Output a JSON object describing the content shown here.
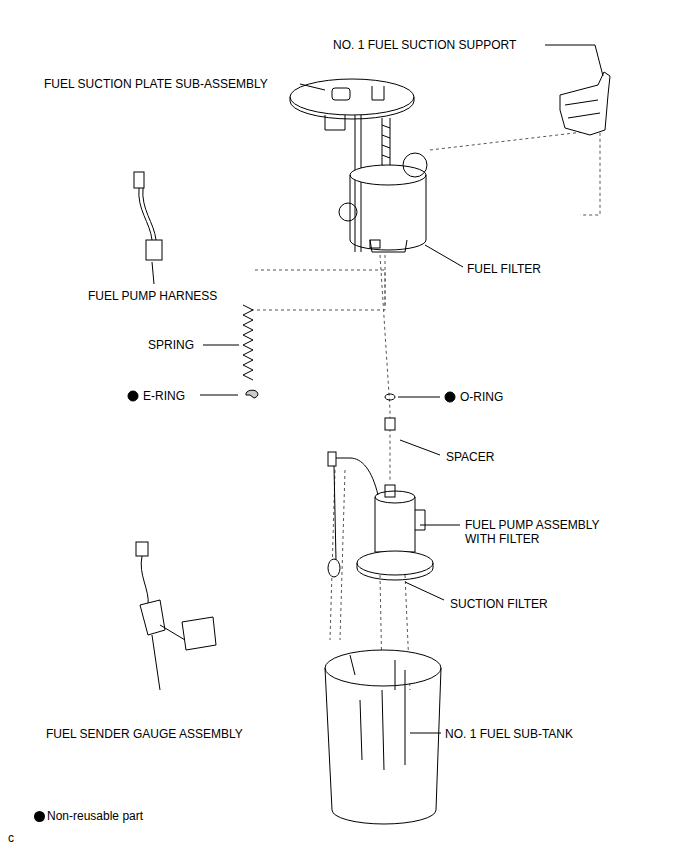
{
  "diagram": {
    "labels": [
      "NO. 1 FUEL SUCTION SUPPORT",
      "FUEL SUCTION PLATE SUB-ASSEMBLY",
      "FUEL FILTER",
      "FUEL PUMP HARNESS",
      "SPRING",
      "E-RING",
      "O-RING",
      "SPACER",
      "FUEL PUMP ASSEMBLY WITH FILTER",
      "SUCTION FILTER",
      "FUEL SENDER GAUGE ASSEMBLY",
      "NO. 1 FUEL SUB-TANK",
      "c"
    ],
    "legend": [
      {
        "text": "Non-reusable part",
        "color": "#000000"
      }
    ]
  }
}
